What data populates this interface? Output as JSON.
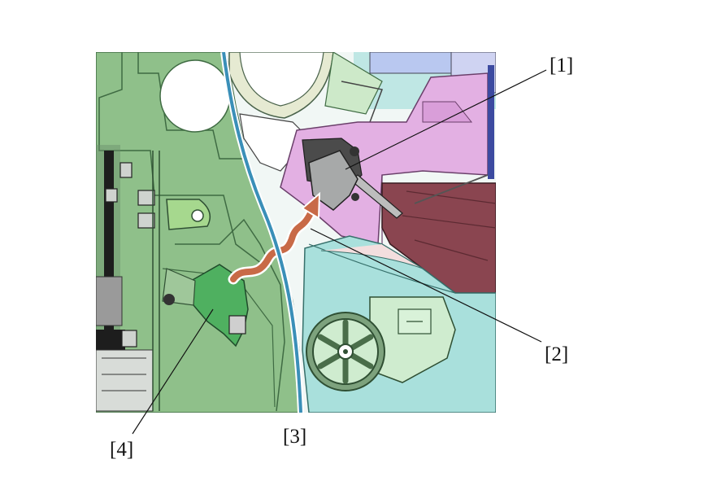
{
  "callouts": [
    {
      "id": "1",
      "label": "[1]"
    },
    {
      "id": "2",
      "label": "[2]"
    },
    {
      "id": "3",
      "label": "[3]"
    },
    {
      "id": "4",
      "label": "[4]"
    }
  ],
  "colors": {
    "frame_green": "#8fc08a",
    "dark_green": "#4f7a4f",
    "board_green": "#4fb060",
    "magenta_part": "#e3b0e3",
    "maroon_part": "#8a4550",
    "cyan_part": "#a9e0dc",
    "light_green_part": "#cfeccf",
    "sensor_gray": "#a7a9a9",
    "paper_path_blue": "#3a8fb8",
    "heat_arrow": "#c86a47",
    "leader_line": "#111111"
  },
  "icons": {
    "heat_arrow": "wavy-arrow-icon",
    "gear": "gear-wheel-icon"
  }
}
